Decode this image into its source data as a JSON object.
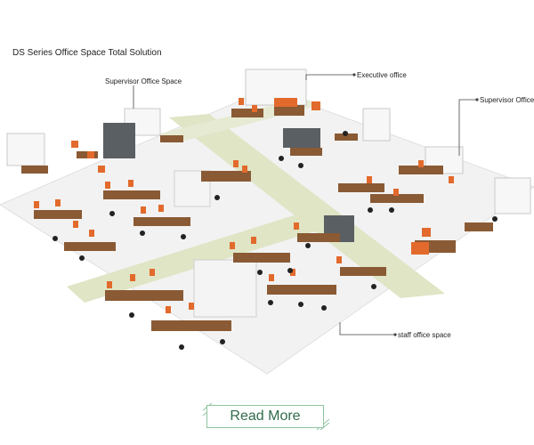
{
  "header": {
    "title": "DS Series Office Space Total Solution"
  },
  "callouts": {
    "executive": "Executive office",
    "supervisor_left": "Supervisor Office Space",
    "supervisor_right": "Supervisor Office",
    "staff": "staff office space"
  },
  "actions": {
    "read_more": "Read More"
  },
  "colors": {
    "floor": "#f3f3f3",
    "aisle": "#dfe5c5",
    "wood": "#8a5a34",
    "chair": "#e26a2c",
    "partition": "#5a5f63"
  }
}
